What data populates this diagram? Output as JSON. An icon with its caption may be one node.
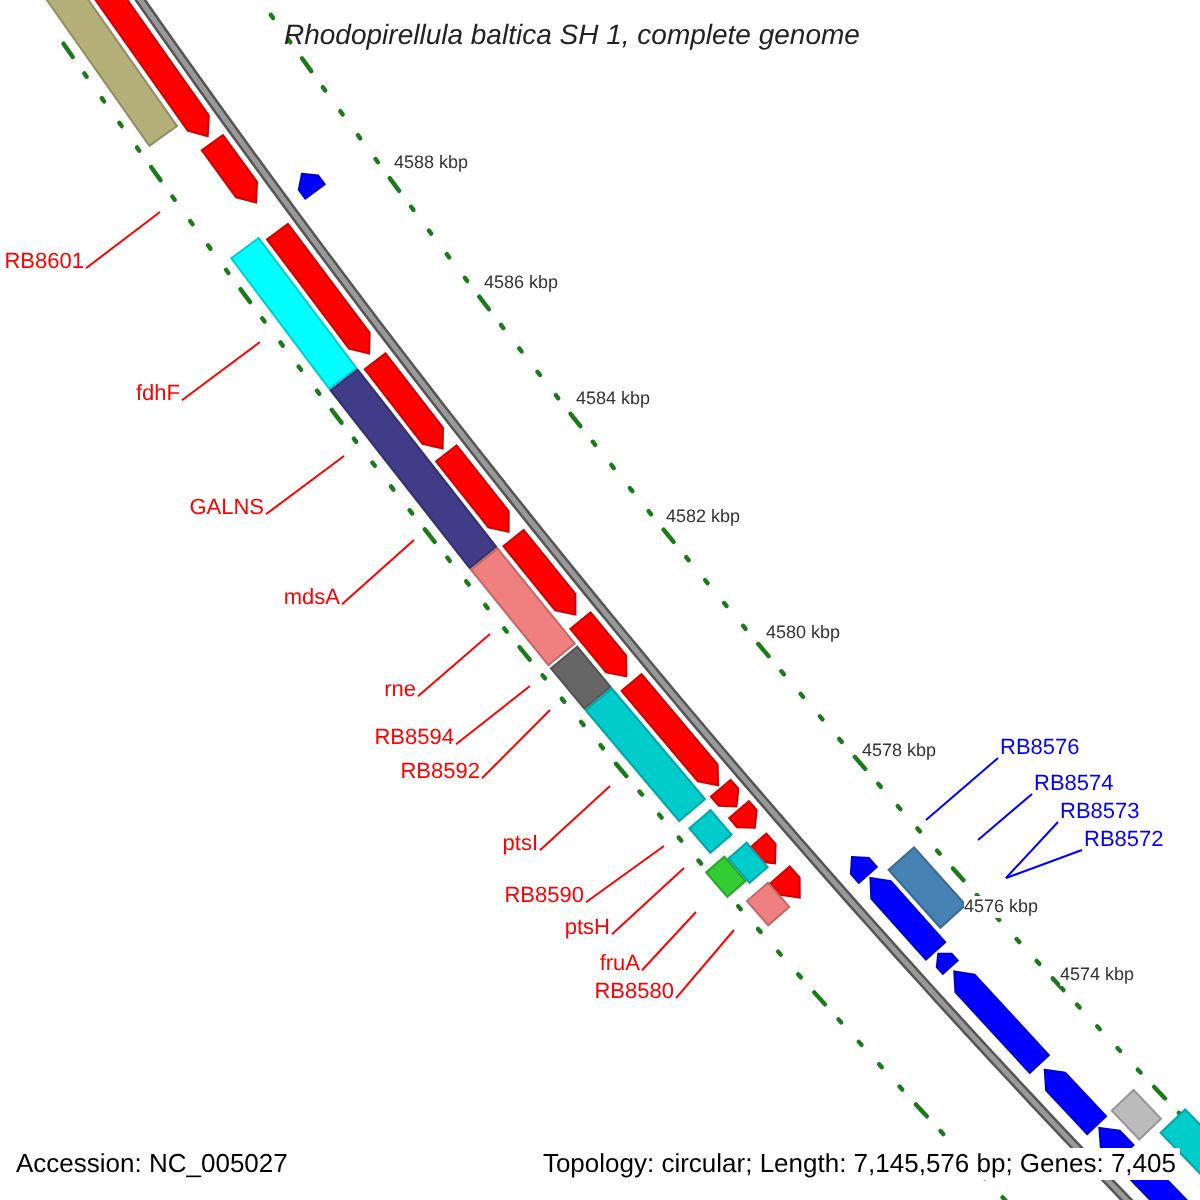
{
  "diagram": {
    "title": "Rhodopirellula baltica SH 1, complete genome",
    "nodes": [
      {
        "text": [
          "RB8601"
        ]
      },
      {
        "text": [
          "fdhF"
        ]
      },
      {
        "text": [
          "GALNS"
        ]
      },
      {
        "text": [
          "mdsA"
        ]
      },
      {
        "text": [
          "rne"
        ]
      },
      {
        "text": [
          "RB8594"
        ]
      },
      {
        "text": [
          "RB8592"
        ]
      },
      {
        "text": [
          "ptsI"
        ]
      },
      {
        "text": [
          "RB8590"
        ]
      },
      {
        "text": [
          "ptsH"
        ]
      },
      {
        "text": [
          "fruA"
        ]
      },
      {
        "text": [
          "RB8580"
        ]
      },
      {
        "text": [
          "RB8576"
        ]
      },
      {
        "text": [
          "RB8574"
        ]
      },
      {
        "text": [
          "RB8573"
        ]
      },
      {
        "text": [
          "RB8572"
        ]
      }
    ],
    "edges": [
      {
        "from": 0,
        "to": null,
        "arrow": "none"
      },
      {
        "from": 1,
        "to": null,
        "arrow": "none"
      },
      {
        "from": 2,
        "to": null,
        "arrow": "none"
      },
      {
        "from": 3,
        "to": null,
        "arrow": "none"
      },
      {
        "from": 4,
        "to": null,
        "arrow": "none"
      },
      {
        "from": 5,
        "to": null,
        "arrow": "none"
      },
      {
        "from": 6,
        "to": null,
        "arrow": "none"
      },
      {
        "from": 7,
        "to": null,
        "arrow": "none"
      },
      {
        "from": 8,
        "to": null,
        "arrow": "none"
      },
      {
        "from": 9,
        "to": null,
        "arrow": "none"
      },
      {
        "from": 10,
        "to": null,
        "arrow": "none"
      },
      {
        "from": 11,
        "to": null,
        "arrow": "none"
      },
      {
        "from": 12,
        "to": null,
        "arrow": "none",
        "color": "#0000ff"
      },
      {
        "from": 13,
        "to": null,
        "arrow": "none",
        "color": "#0000ff"
      },
      {
        "from": 14,
        "to": null,
        "arrow": "none",
        "color": "#0000ff"
      },
      {
        "from": 15,
        "to": null,
        "arrow": "none",
        "color": "#0000ff"
      }
    ],
    "labels": [
      "4588 kbp",
      "4586 kbp",
      "4584 kbp",
      "4582 kbp",
      "4580 kbp",
      "4578 kbp",
      "4576 kbp",
      "4574 kbp",
      "Accession: NC_005027",
      "Topology: circular; Length: 7,145,576 bp; Genes: 7,405"
    ]
  }
}
